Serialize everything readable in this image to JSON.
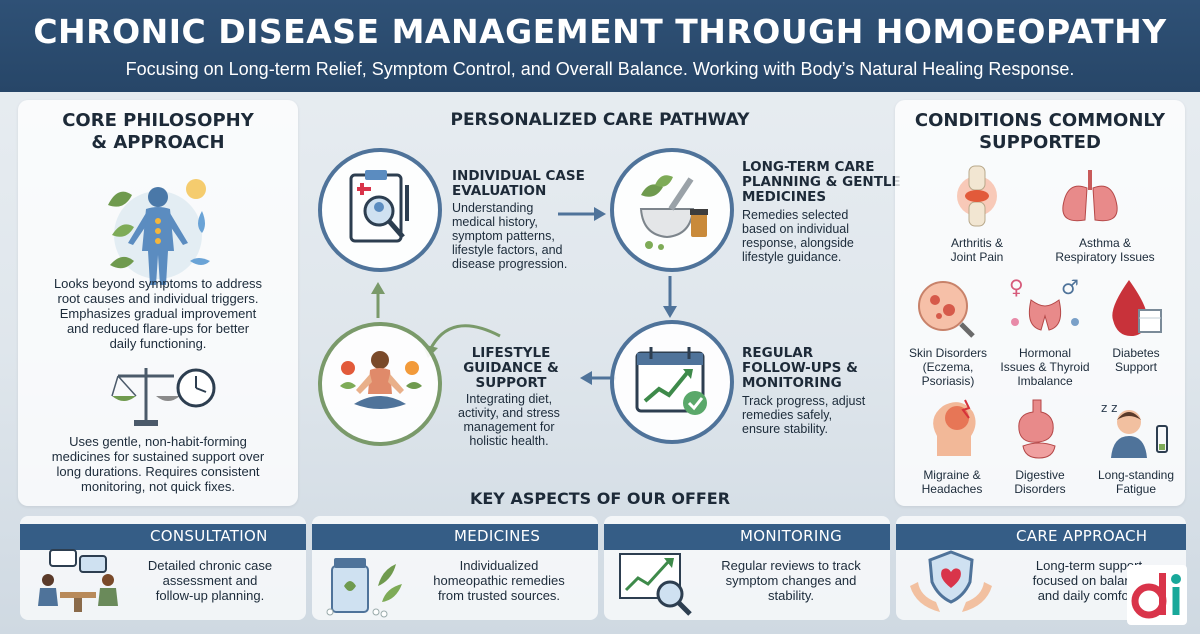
{
  "header": {
    "title": "CHRONIC DISEASE MANAGEMENT THROUGH HOMOEOPATHY",
    "subtitle": "Focusing on Long-term Relief, Symptom Control, and Overall Balance. Working with Body’s Natural Healing Response."
  },
  "left": {
    "title_line1": "CORE PHILOSOPHY",
    "title_line2": "& APPROACH",
    "para1_lines": [
      "Looks beyond symptoms to address",
      "root causes and individual triggers.",
      "Emphasizes gradual improvement",
      "and reduced flare-ups for better",
      "daily functioning."
    ],
    "para2_lines": [
      "Uses gentle, non-habit-forming",
      "medicines for sustained support over",
      "long durations. Requires consistent",
      "monitoring, not quick fixes."
    ]
  },
  "pathway": {
    "title": "PERSONALIZED CARE PATHWAY",
    "steps": [
      {
        "title_lines": [
          "INDIVIDUAL CASE",
          "EVALUATION"
        ],
        "desc_lines": [
          "Understanding",
          "medical history,",
          "symptom patterns,",
          "lifestyle factors, and",
          "disease progression."
        ]
      },
      {
        "title_lines": [
          "LONG-TERM CARE",
          "PLANNING & GENTLE",
          "MEDICINES"
        ],
        "desc_lines": [
          "Remedies selected",
          "based on individual",
          "response, alongside",
          "lifestyle guidance."
        ]
      },
      {
        "title_lines": [
          "REGULAR",
          "FOLLOW-UPS &",
          "MONITORING"
        ],
        "desc_lines": [
          "Track progress, adjust",
          "remedies safely,",
          "ensure stability."
        ]
      },
      {
        "title_lines": [
          "LIFESTYLE",
          "GUIDANCE &",
          "SUPPORT"
        ],
        "desc_lines": [
          "Integrating diet,",
          "activity, and stress",
          "management for",
          "holistic health."
        ]
      }
    ]
  },
  "conditions": {
    "title_line1": "CONDITIONS COMMONLY",
    "title_line2": "SUPPORTED",
    "items": [
      {
        "lines": [
          "Arthritis &",
          "Joint Pain"
        ]
      },
      {
        "lines": [
          "Asthma &",
          "Respiratory Issues"
        ]
      },
      {
        "lines": [
          "Skin Disorders",
          "(Eczema,",
          "Psoriasis)"
        ]
      },
      {
        "lines": [
          "Hormonal",
          "Issues & Thyroid",
          "Imbalance"
        ]
      },
      {
        "lines": [
          "Diabetes",
          "Support"
        ]
      },
      {
        "lines": [
          "Migraine &",
          "Headaches"
        ]
      },
      {
        "lines": [
          "Digestive",
          "Disorders"
        ]
      },
      {
        "lines": [
          "Long-standing",
          "Fatigue"
        ]
      }
    ]
  },
  "aspects": {
    "title": "KEY ASPECTS OF OUR OFFER",
    "cards": [
      {
        "title": "CONSULTATION",
        "lines": [
          "Detailed chronic case",
          "assessment and",
          "follow-up planning."
        ]
      },
      {
        "title": "MEDICINES",
        "lines": [
          "Individualized",
          "homeopathic remedies",
          "from trusted sources."
        ]
      },
      {
        "title": "MONITORING",
        "lines": [
          "Regular reviews to track",
          "symptom changes and",
          "stability."
        ]
      },
      {
        "title": "CARE APPROACH",
        "lines": [
          "Long-term support",
          "focused on balance",
          "and daily comfort."
        ]
      }
    ]
  },
  "logo": {
    "text": "di"
  },
  "colors": {
    "header": "#2f5176",
    "accent": "#355d86",
    "green_ring": "#7a9a6a",
    "blue_ring": "#4f739a",
    "logo_red": "#d9344a",
    "logo_teal": "#18a89a"
  }
}
